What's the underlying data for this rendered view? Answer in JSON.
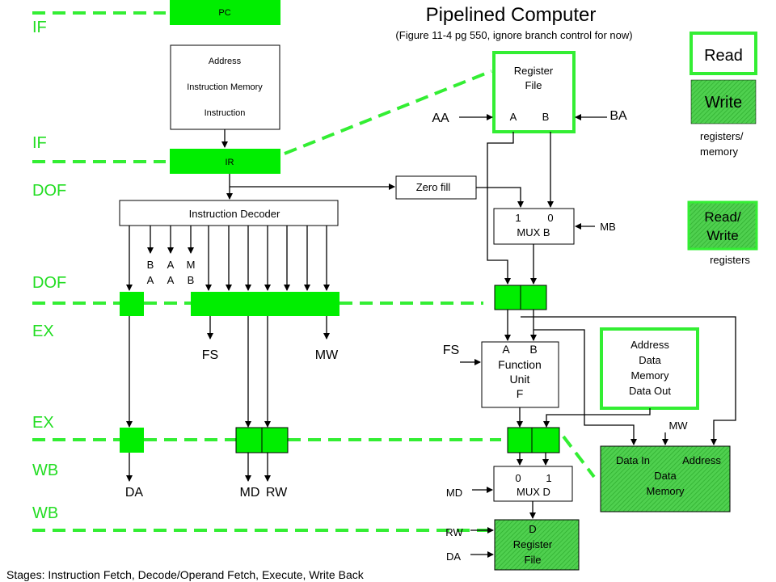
{
  "title": "Pipelined Computer",
  "subtitle": "(Figure 11-4 pg 550, ignore branch control for now)",
  "footer": "Stages: Instruction Fetch, Decode/Operand Fetch, Execute, Write Back",
  "stages": [
    "IF",
    "IF",
    "DOF",
    "DOF",
    "EX",
    "EX",
    "WB",
    "WB"
  ],
  "legend": {
    "read": "Read",
    "write": "Write",
    "write_caption_1": "registers/",
    "write_caption_2": "memory",
    "readwrite_1": "Read/",
    "readwrite_2": "Write",
    "readwrite_caption": "registers"
  },
  "blocks": {
    "pc": "PC",
    "imem_1": "Address",
    "imem_2": "Instruction Memory",
    "imem_3": "Instruction",
    "ir": "IR",
    "decoder": "Instruction Decoder",
    "zero_fill": "Zero fill",
    "regfile_1": "Register",
    "regfile_2": "File",
    "regfile_a": "A",
    "regfile_b": "B",
    "muxb_1": "1",
    "muxb_0": "0",
    "muxb": "MUX B",
    "fu_a": "A",
    "fu_b": "B",
    "fu_1": "Function",
    "fu_2": "Unit",
    "fu_3": "F",
    "rdmem_1": "Address",
    "rdmem_2": "Data",
    "rdmem_3": "Memory",
    "rdmem_4": "Data Out",
    "wrmem_in": "Data In",
    "wrmem_addr": "Address",
    "wrmem_2": "Data",
    "wrmem_3": "Memory",
    "muxd_0": "0",
    "muxd_1": "1",
    "muxd": "MUX D",
    "dreg_1": "D",
    "dreg_2": "Register",
    "dreg_3": "File"
  },
  "signals": {
    "aa": "AA",
    "ba": "BA",
    "mb": "MB",
    "fs_left": "FS",
    "mw_left": "MW",
    "fs_fu": "FS",
    "mw_mem": "MW",
    "da": "DA",
    "md": "MD",
    "rw": "RW",
    "md_mux": "MD",
    "rw_reg": "RW",
    "da_reg": "DA",
    "ba_col_1": "B",
    "ba_col_2": "A",
    "aa_col_1": "A",
    "aa_col_2": "A",
    "mb_col_1": "M",
    "mb_col_2": "B"
  }
}
